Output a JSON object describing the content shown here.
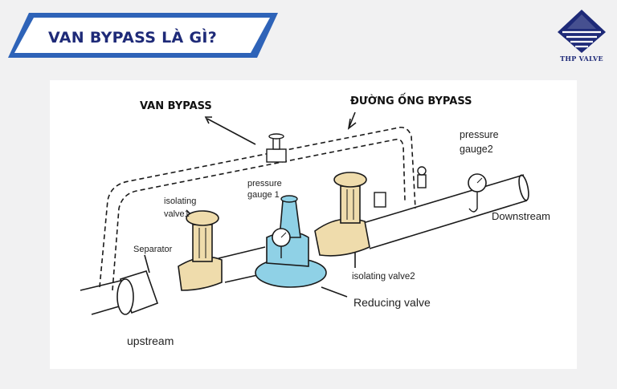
{
  "header": {
    "title": "VAN BYPASS LÀ GÌ?",
    "brand": "THP VALVE",
    "colors": {
      "navy": "#1e2a78",
      "accent": "#2e63b8",
      "light_blue": "#8fd1e6"
    }
  },
  "diagram": {
    "labels": {
      "van_bypass": "VAN BYPASS",
      "duong_ong_bypass": "ĐƯỜNG ỐNG BYPASS",
      "pressure_gauge2_line1": "pressure",
      "pressure_gauge2_line2": "gauge2",
      "pressure_gauge1_line1": "pressure",
      "pressure_gauge1_line2": "gauge 1",
      "isolating_valve1_line1": "isolating",
      "isolating_valve1_line2": "valve1",
      "separator": "Separator",
      "isolating_valve2": "isolating valve2",
      "downstream": "Downstream",
      "reducing_valve": "Reducing valve",
      "upstream": "upstream"
    },
    "colors": {
      "reducing_valve": "#8fd1e6",
      "isolating_valve": "#efdcac",
      "line": "#1a1a1a"
    }
  }
}
